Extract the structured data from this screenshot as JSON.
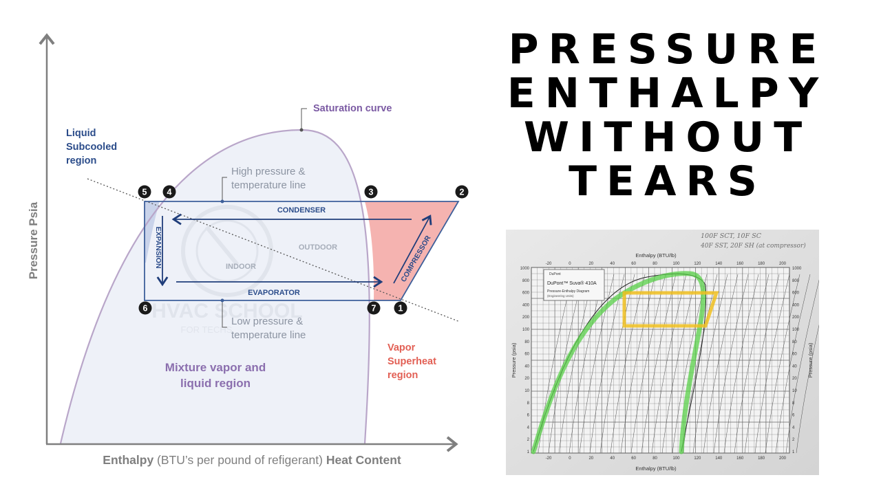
{
  "colors": {
    "axis": "#7f7f7f",
    "curve": "#b9a6c9",
    "dome_fill": "#eef1f8",
    "superheat_fill": "#f5b3b0",
    "subcooled_fill": "#c9d3ea",
    "cycle_line": "#3d5f9a",
    "arrow": "#1f3d7a",
    "label_blue": "#2b4c8a",
    "label_grey": "#8c94a2",
    "label_purple": "#8b6fae",
    "label_red": "#e25f54",
    "marker": "#1a1a1a",
    "grid_green": "#5ad04a",
    "grid_yellow": "#f0c020"
  },
  "diagram": {
    "saturation_label": "Saturation curve",
    "liquid_label": [
      "Liquid",
      "Subcooled",
      "region"
    ],
    "high_line_label": [
      "High pressure &",
      "temperature line"
    ],
    "low_line_label": [
      "Low pressure &",
      "temperature line"
    ],
    "condenser": "CONDENSER",
    "evaporator": "EVAPORATOR",
    "expansion": "EXPANSION",
    "compressor": "COMPRESSOR",
    "outdoor": "OUTDOOR",
    "indoor": "INDOOR",
    "mixture_label": [
      "Mixture vapor and",
      "liquid region"
    ],
    "vapor_label": [
      "Vapor",
      "Superheat",
      "region"
    ],
    "y_axis_label": "Pressure Psia",
    "x_axis_label_bold1": "Enthalpy",
    "x_axis_label_mid": " (BTU’s per pound of refigerant) ",
    "x_axis_label_bold2": "Heat Content",
    "watermark_line1": "HVAC SCHOOL",
    "watermark_line2": "FOR TECHS",
    "points": [
      "5",
      "4",
      "3",
      "2",
      "6",
      "7",
      "1"
    ]
  },
  "title": [
    "PRESSURE",
    "ENTHALPY",
    "WITHOUT",
    "TEARS"
  ],
  "photo": {
    "handwriting": [
      "100F SCT, 10F SC",
      "40F SST, 20F SH (at compressor)"
    ],
    "top_axis_label": "Enthalpy (BTU/lb)",
    "bottom_axis_label": "Enthalpy (BTU/lb)",
    "left_axis_label": "Pressure (psia)",
    "right_axis_label": "Pressure (psia)",
    "brand": "DuPont™ Suva® 410A",
    "logo": "DuPont",
    "chart_subtitle": "Pressure-Enthalpy Diagram",
    "units_note": "(Engineering Units)",
    "x_ticks": [
      "-20",
      "0",
      "20",
      "40",
      "60",
      "80",
      "100",
      "120",
      "140",
      "160",
      "180",
      "200"
    ],
    "y_ticks": [
      "1000",
      "800",
      "600",
      "400",
      "200",
      "100",
      "80",
      "60",
      "40",
      "20",
      "10",
      "8",
      "6",
      "4",
      "2",
      "1"
    ]
  }
}
